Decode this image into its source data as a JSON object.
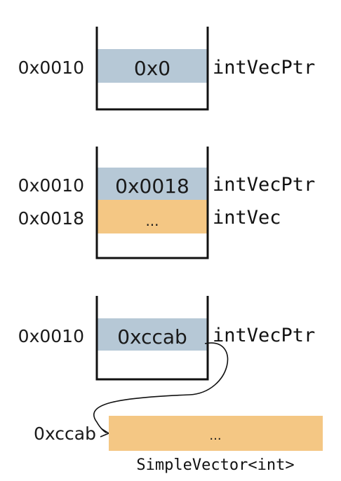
{
  "colors": {
    "pointer_cell": "#b6c8d6",
    "data_cell": "#f4c784",
    "stroke": "#111111"
  },
  "diagram1": {
    "address": "0x0010",
    "value": "0x0",
    "var_name": "intVecPtr"
  },
  "diagram2": {
    "row1": {
      "address": "0x0010",
      "value": "0x0018",
      "var_name": "intVecPtr"
    },
    "row2": {
      "address": "0x0018",
      "value": "...",
      "var_name": "intVec"
    }
  },
  "diagram3": {
    "address": "0x0010",
    "value": "0xccab",
    "var_name": "intVecPtr",
    "heap_address": "0xccab",
    "heap_value": "...",
    "heap_type": "SimpleVector<int>"
  }
}
